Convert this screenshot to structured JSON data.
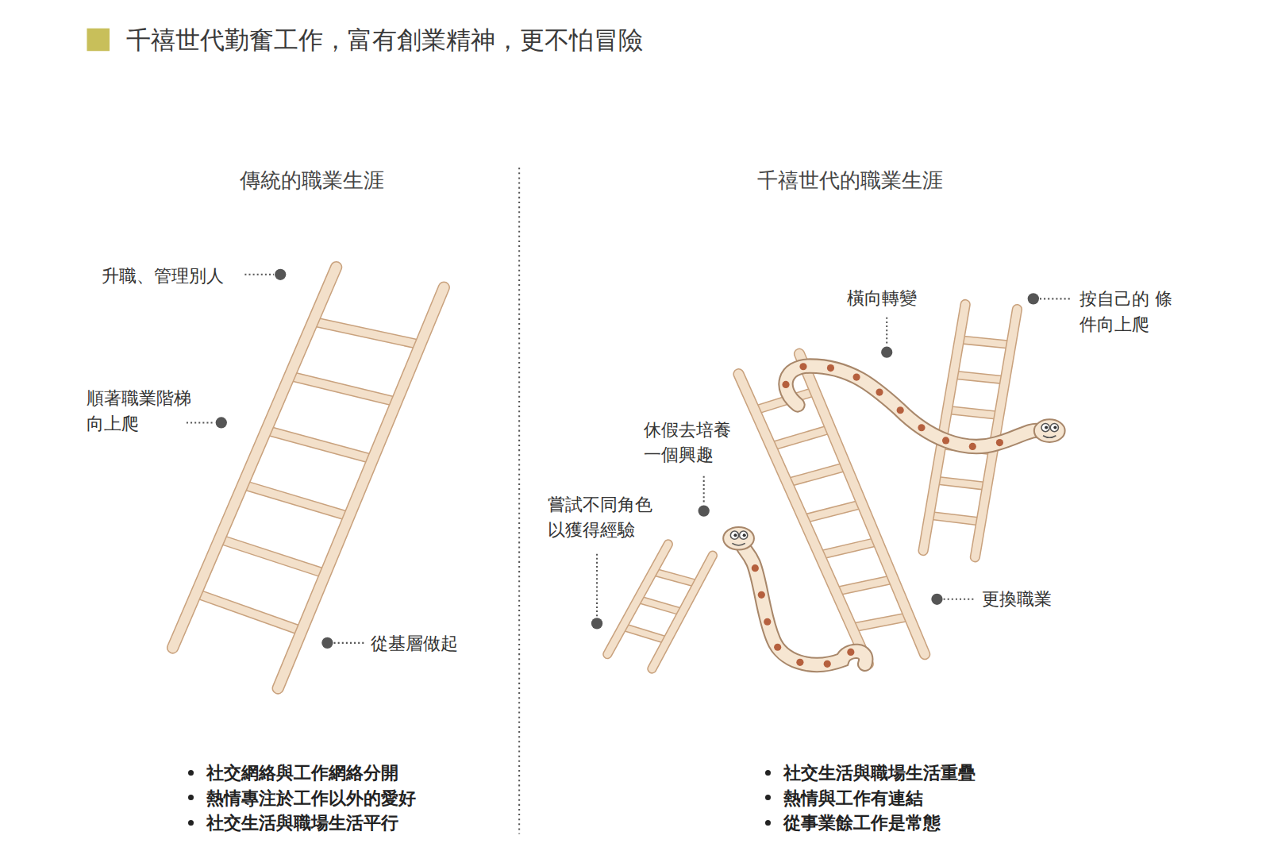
{
  "diagram": {
    "title": "千禧世代勤奮工作，富有創業精神，更不怕冒險",
    "labels": [
      "傳統的職業生涯",
      "千禧世代的職業生涯",
      "升職、管理別人",
      "順著職業階梯 向上爬",
      "從基層做起",
      "橫向轉變",
      "按自己的 條件向上爬",
      "休假去培養 一個興趣",
      "嘗試不同角色 以獲得經驗",
      "更換職業",
      "社交網絡與工作網絡分開",
      "熱情專注於工作以外的愛好",
      "社交生活與職場生活平行",
      "社交生活與職場生活重疊",
      "熱情與工作有連結",
      "從事業餘工作是常態"
    ]
  }
}
